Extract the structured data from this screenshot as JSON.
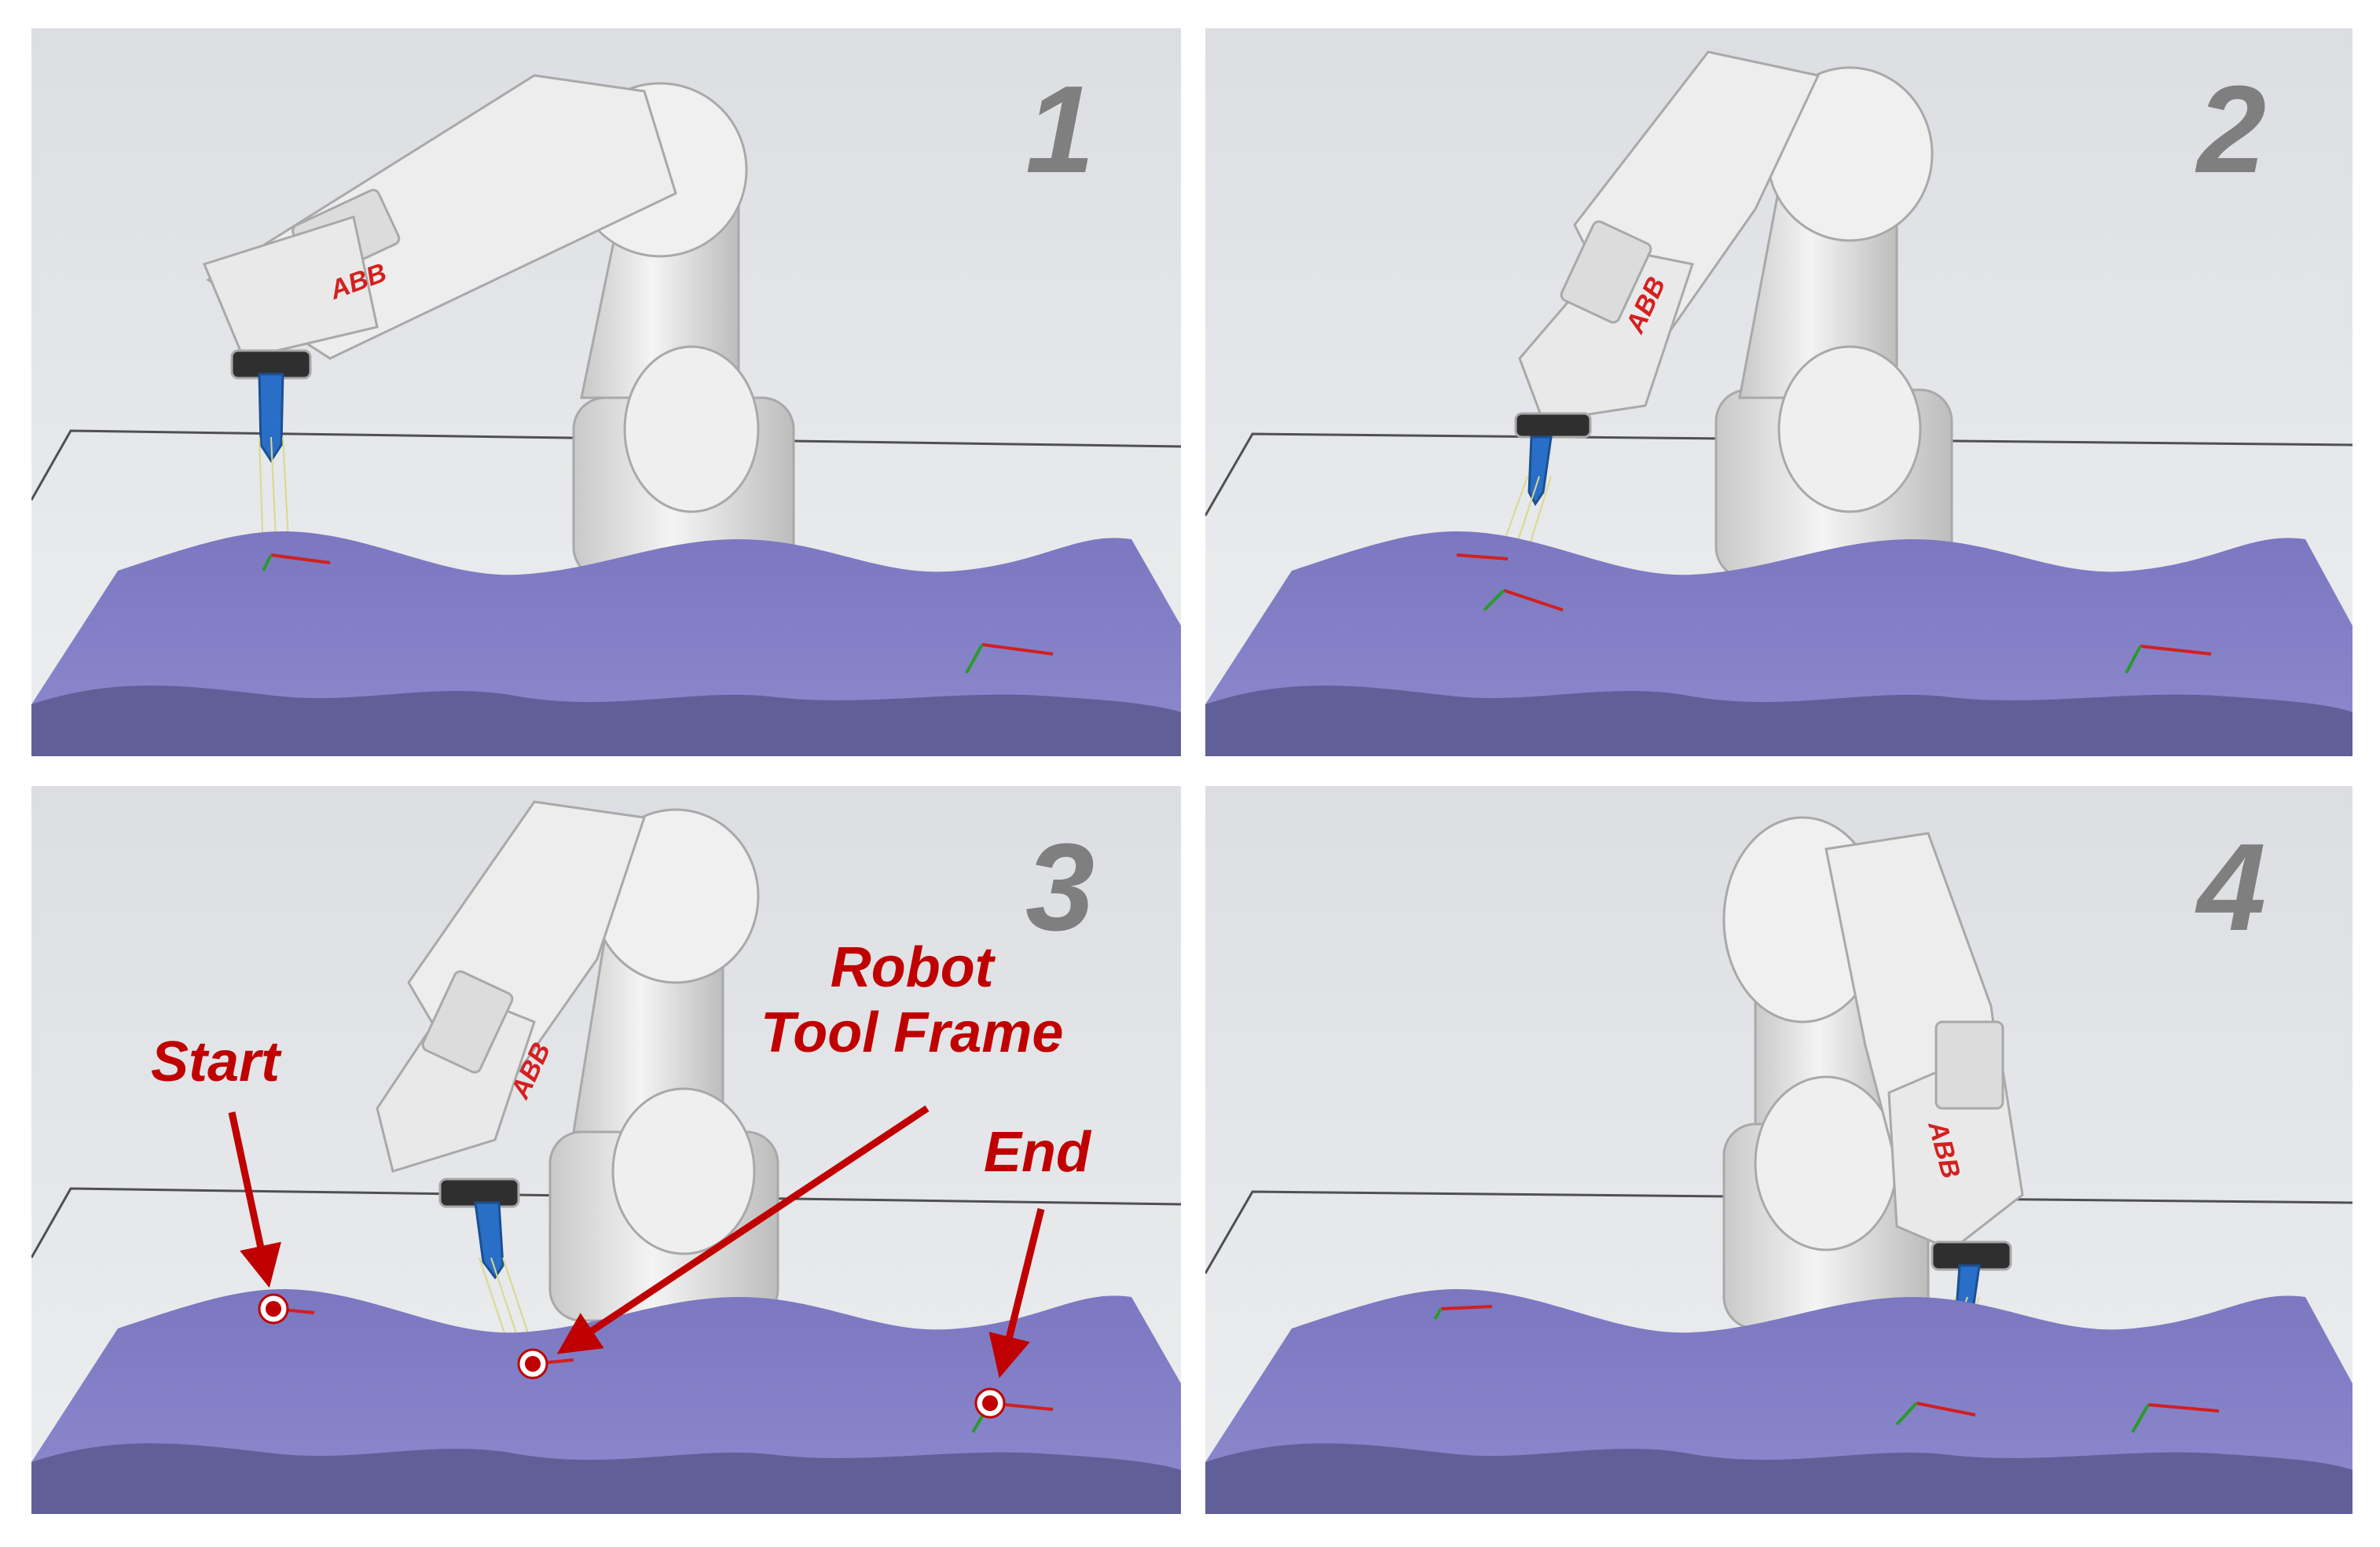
{
  "panels": [
    {
      "label": "1"
    },
    {
      "label": "2"
    },
    {
      "label": "3"
    },
    {
      "label": "4"
    }
  ],
  "annotations": {
    "start": "Start",
    "tool_frame_line1": "Robot",
    "tool_frame_line2": "Tool Frame",
    "end": "End"
  },
  "robot_brand": "ABB",
  "colors": {
    "background": "#e3e5e8",
    "surface": "#8783c8",
    "surface_shadow": "#615f97",
    "robot": "#e6e6e6",
    "annotation": "#c00000",
    "panel_number": "#7f7f7f"
  }
}
